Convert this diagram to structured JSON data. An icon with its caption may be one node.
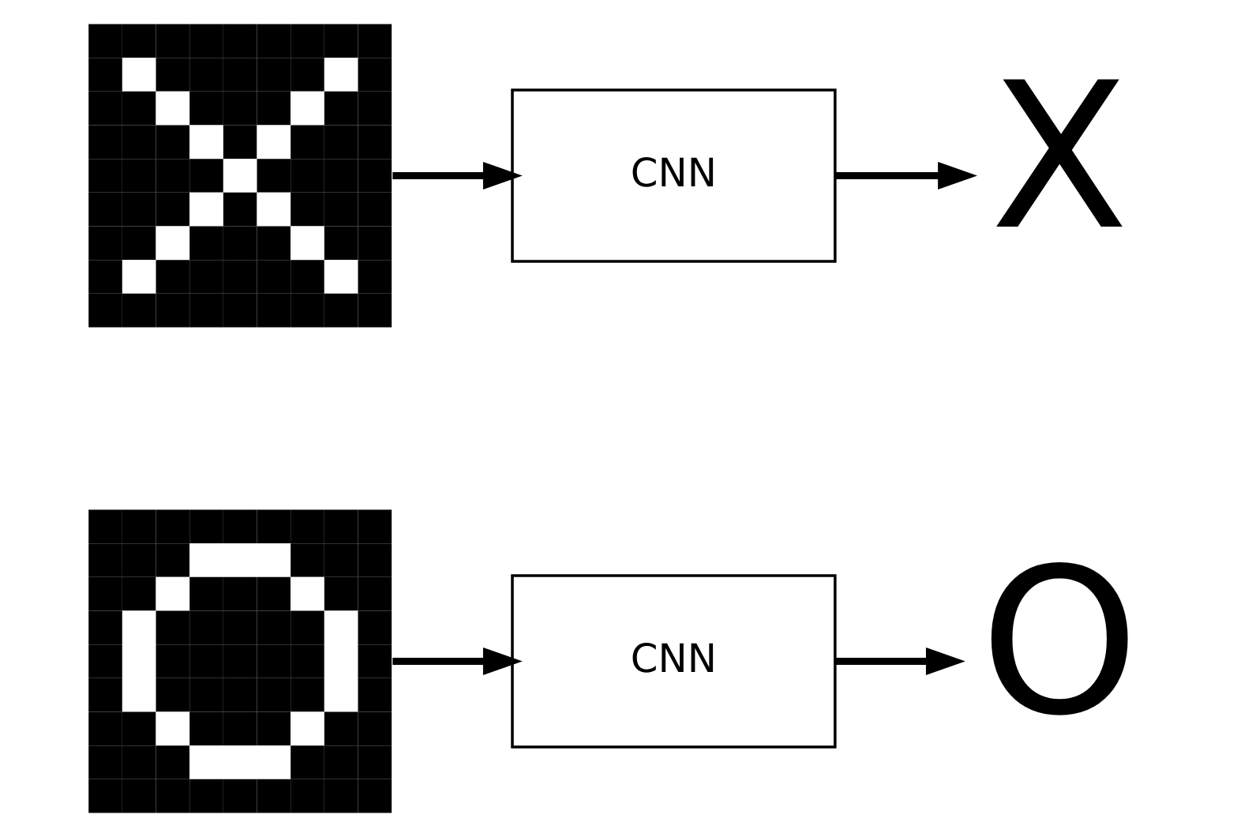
{
  "diagram": {
    "nodes": [
      {
        "text": [],
        "shape": "picture"
      },
      {
        "text": [
          "CNN"
        ]
      },
      {
        "text": [
          "X"
        ]
      },
      {
        "text": [],
        "shape": "picture"
      },
      {
        "text": [
          "CNN"
        ]
      },
      {
        "text": [
          "O"
        ]
      }
    ],
    "edges": [
      {
        "from": 0,
        "to": 1,
        "arrow": "to"
      },
      {
        "from": 1,
        "to": 2,
        "arrow": "to"
      },
      {
        "from": 3,
        "to": 4,
        "arrow": "to"
      },
      {
        "from": 4,
        "to": 5,
        "arrow": "to"
      }
    ]
  }
}
